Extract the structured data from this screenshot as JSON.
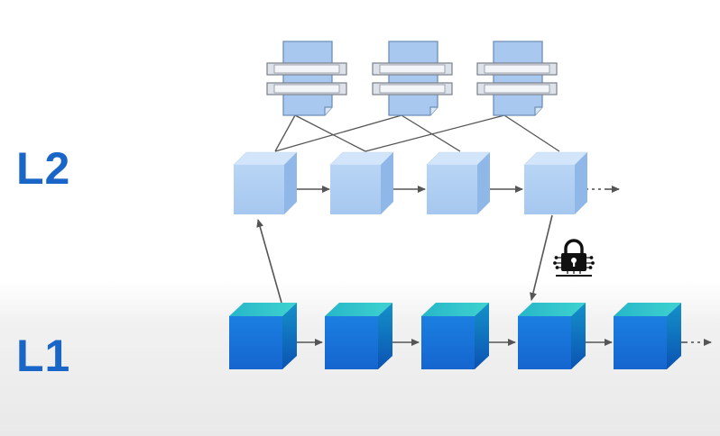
{
  "layers": {
    "l2": {
      "label": "L2"
    },
    "l1": {
      "label": "L1"
    }
  },
  "colors": {
    "label_blue": "#1a66c8",
    "l2_block_front": "#aecdf2",
    "l2_block_top": "#d2e5fa",
    "l2_block_side": "#8fb8e8",
    "l1_block_front": "#1e78dd",
    "l1_block_top": "#2fc4cc",
    "l1_block_side": "#0c56b8",
    "document_fill": "#a9c8f0",
    "arrow": "#555555"
  },
  "icons": {
    "documents": "document-stack-icon",
    "lock": "lock-icon"
  },
  "diagram": {
    "l2_block_count": 4,
    "l1_block_count": 5,
    "document_count": 3,
    "l2_continues": true,
    "l1_continues": true
  }
}
